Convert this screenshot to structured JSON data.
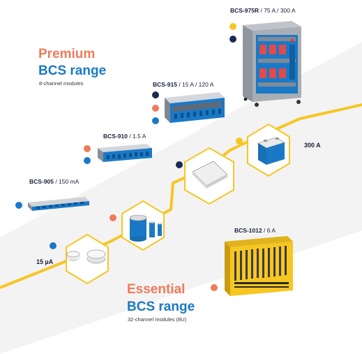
{
  "premium": {
    "title_line1": "Premium",
    "title_line2": "BCS range",
    "subtitle": "8-channel modules"
  },
  "essential": {
    "title_line1": "Essential",
    "title_line2": "BCS range",
    "subtitle": "32-channel modules (8U)"
  },
  "models": {
    "bcs905": {
      "name": "BCS-905",
      "spec": " / 150 mA"
    },
    "bcs910": {
      "name": "BCS-910",
      "spec": " / 1.5 A"
    },
    "bcs915": {
      "name": "BCS-915",
      "spec": " / 15 A / 120 A"
    },
    "bcs975r": {
      "name": "BCS-975R",
      "spec": " / 75 A / 300 A"
    },
    "bcs1012": {
      "name": "BCS-1012",
      "spec": " / 6 A"
    }
  },
  "current_labels": {
    "low": "15 µA",
    "high": "300 A"
  },
  "colors": {
    "premium_orange": "#ef7b5a",
    "range_blue": "#1a79c6",
    "navy": "#1b2a55",
    "yellow": "#f6c623",
    "light_blue": "#4a8fd0"
  }
}
